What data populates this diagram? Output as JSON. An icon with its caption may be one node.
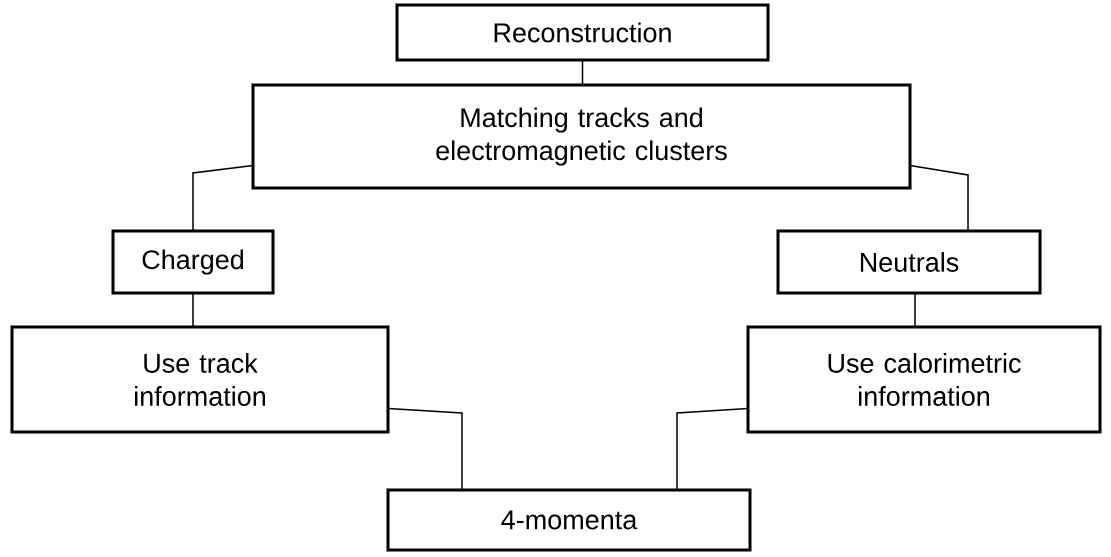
{
  "diagram": {
    "nodes": [
      {
        "text": [
          "Reconstruction"
        ]
      },
      {
        "text": [
          "Matching tracks and electromagnetic clusters"
        ]
      },
      {
        "text": [
          "Charged"
        ]
      },
      {
        "text": [
          "Neutrals"
        ]
      },
      {
        "text": [
          "Use track information"
        ]
      },
      {
        "text": [
          "Use calorimetric information"
        ]
      },
      {
        "text": [
          "4-momenta"
        ]
      }
    ],
    "edges": [
      {
        "from": 0,
        "to": 1,
        "arrow": "none"
      },
      {
        "from": 1,
        "to": 2,
        "arrow": "none"
      },
      {
        "from": 1,
        "to": 3,
        "arrow": "none"
      },
      {
        "from": 2,
        "to": 4,
        "arrow": "none"
      },
      {
        "from": 3,
        "to": 5,
        "arrow": "none"
      },
      {
        "from": 4,
        "to": 6,
        "arrow": "none"
      },
      {
        "from": 5,
        "to": 6,
        "arrow": "none"
      }
    ]
  }
}
